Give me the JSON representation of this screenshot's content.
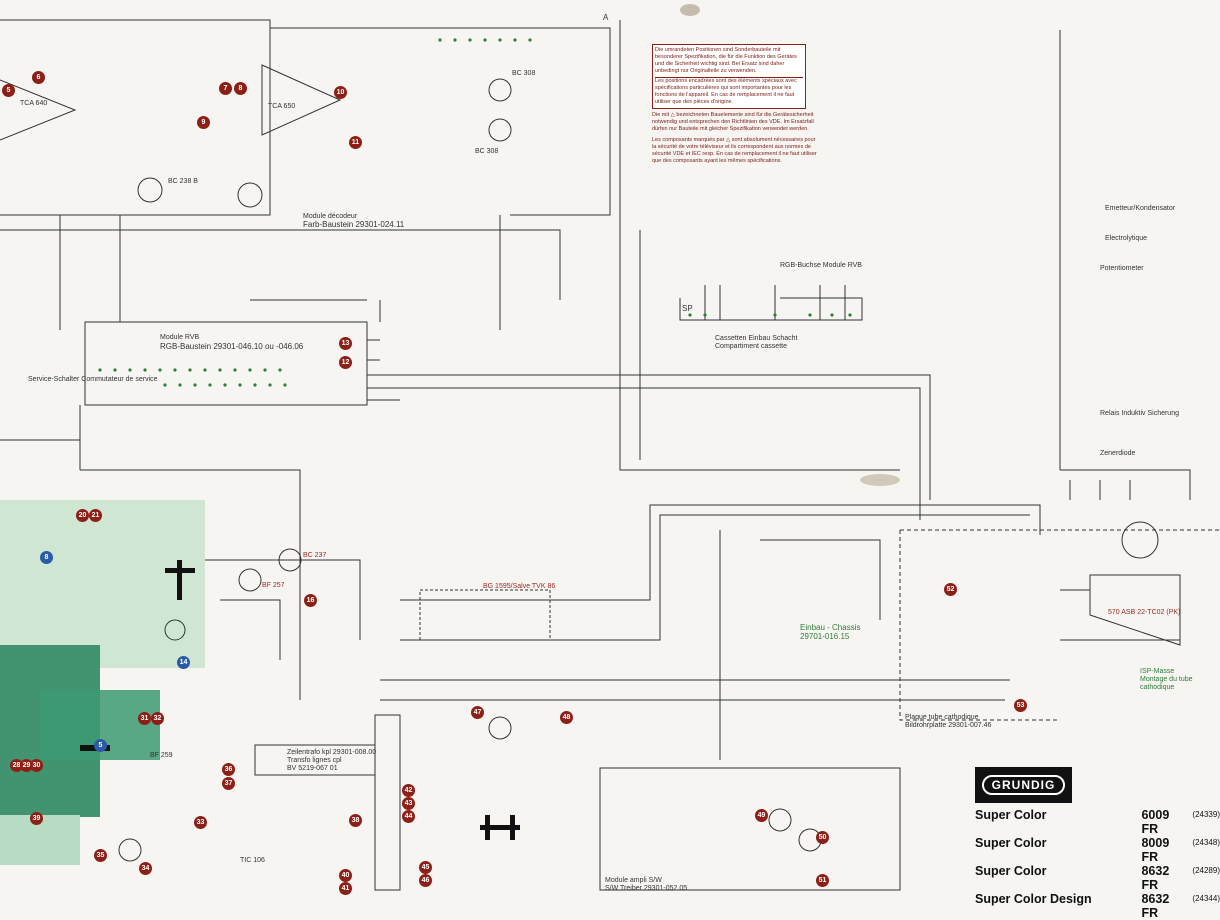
{
  "brand": "GRUNDIG",
  "models": [
    {
      "name": "Super Color",
      "model": "6009 FR",
      "code": "(24339)"
    },
    {
      "name": "Super Color",
      "model": "8009 FR",
      "code": "(24348)"
    },
    {
      "name": "Super Color",
      "model": "8632 FR",
      "code": "(24289)"
    },
    {
      "name": "Super Color Design",
      "model": "8632 FR",
      "code": "(24344)"
    }
  ],
  "notices": {
    "box_de": "Die umrandeten Positionen sind Sonderbauteile mit besonderer Spezifikation, die für die Funktion des Gerätes und die Sicherheit wichtig sind. Bei Ersatz sind daher unbedingt nur Originalteile zu verwenden.",
    "box_fr": "Les positions encadrées sont des éléments spéciaux avec spécifications particulières qui sont importantes pour les fonctions de l'appareil. En cas de remplacement il ne faut utiliser que des pièces d'origine.",
    "warn_de": "Die mit △ bezeichneten Bauelemente sind für die Gerätesicherheit notwendig und entsprechen den Richtlinien des VDE. Im Ersatzfall dürfen nur Bauteile mit gleicher Spezifikation verwendet werden.",
    "warn_fr": "Les composants marqués par △ sont absolument nécessaires pour la sécurité de votre téléviseur et ils correspondent aux normes de sécurité VDE et IEC resp. En cas de remplacement il ne faut utiliser que des composants ayant les mêmes spécifications."
  },
  "labels": {
    "sheet_marker": "A",
    "decoder_module_fr": "Module décodeur",
    "decoder_module_de": "Farb-Baustein 29301-024.11",
    "rgb_module_fr": "Module RVB",
    "rgb_module_de": "RGB-Baustein 29301-046.10 ou -046.06",
    "ic_tca640": "TCA 640",
    "ic_tca650": "TCA 650",
    "ic_bc238b": "BC 238 B",
    "ic_bc308a": "BC 308",
    "ic_bc308b": "BC 308",
    "cassette_de": "Cassetten Einbau Schacht",
    "cassette_fr": "Compartiment cassette",
    "sp": "SP",
    "rgb_plug": "RGB-Buchse Module RVB",
    "chassis_de": "Einbau - Chassis",
    "chassis_num": "29701-016.15",
    "tube": "570 ASB 22-TC02 (PK)",
    "tvk": "BG 1595/Salve TVK 86",
    "zeilentrafo": "Zeilentrafo kpl 29301-008.00",
    "zeilentrafo2": "Transfo lignes cpl",
    "zeilentrafo3": "BV 5219-067 01",
    "bildrohr_fr": "Plaque tube cathodique",
    "bildrohr_de": "Bildrohrplatte 29301-007.46",
    "isp": "ISP-Masse Montage du tube cathodique",
    "sw_fr": "Module ampli S/W",
    "sw_de": "S/W Treiber 29301-052.05",
    "service_schalter": "Service-Schalter Commutateur de service",
    "bc237": "BC 237",
    "bf257": "BF 257",
    "bf259": "BF 259",
    "tic": "TIC 106",
    "legend_1": "Emetteur/Kondensator",
    "legend_2": "Electrolytique",
    "legend_3": "Potentiometer",
    "legend_4": "Relais Induktiv Sicherung",
    "legend_5": "Zenerdiode"
  },
  "badges": [
    "5",
    "6",
    "7",
    "8",
    "9",
    "10",
    "11",
    "13",
    "12",
    "20",
    "21",
    "16",
    "14",
    "8",
    "5",
    "31",
    "32",
    "36",
    "37",
    "33",
    "28",
    "29",
    "30",
    "39",
    "34",
    "35",
    "38",
    "42",
    "43",
    "44",
    "45",
    "46",
    "40",
    "41",
    "47",
    "48",
    "49",
    "50",
    "51",
    "52",
    "53"
  ],
  "colors": {
    "wire": "#333333",
    "green": "#2e7d3a",
    "red": "#8e1f16",
    "panel_light": "#cfe6d3",
    "panel_dark": "#2f8a63"
  }
}
